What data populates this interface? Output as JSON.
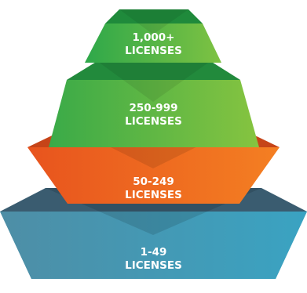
{
  "tiers": [
    {
      "line1": "1,000+",
      "line2": "LICENSES",
      "color_light": "#7ec242",
      "color_dark": "#2ea84a",
      "color_top": "#1f8a3b"
    },
    {
      "line1": "250-999",
      "line2": "LICENSES",
      "color_light": "#86c440",
      "color_dark": "#3aaa48",
      "color_top": "#228a3c"
    },
    {
      "line1": "50-249",
      "line2": "LICENSES",
      "color_light": "#f47f22",
      "color_dark": "#e8541e",
      "color_top": "#c64418"
    },
    {
      "line1": "1-49",
      "line2": "LICENSES",
      "color_light": "#3aa3c2",
      "color_dark": "#4e8ea6",
      "color_top": "#3a5c70"
    }
  ]
}
